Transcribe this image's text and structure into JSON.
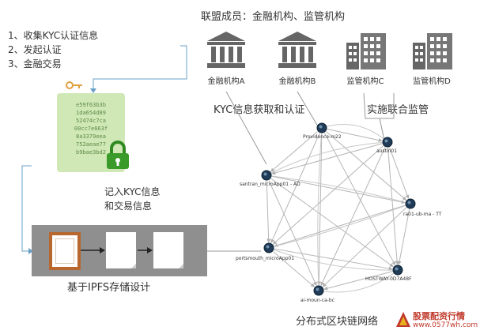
{
  "steps": [
    "1、收集KYC认证信息",
    "2、发起认证",
    "3、金融交易"
  ],
  "members_title": "联盟成员：金融机构、监管机构",
  "institutions": [
    {
      "label": "金融机构A",
      "type": "bank"
    },
    {
      "label": "金融机构B",
      "type": "bank"
    },
    {
      "label": "监管机构C",
      "type": "regulator"
    },
    {
      "label": "监管机构D",
      "type": "regulator"
    }
  ],
  "kyc_label": "KYC信息获取和认证",
  "joint_label": "实施联合监管",
  "ledger_hashes": [
    "e59f63b3b",
    "1da654d89",
    "52474c7ca",
    "00cc7e663f",
    "8a3379eea",
    "752aeae77",
    "b9bae3bd2"
  ],
  "record_label": [
    "记入KYC信息",
    "和交易信息"
  ],
  "ipfs_label": "基于IPFS存储设计",
  "network_label": "分布式区块链网络",
  "network_nodes": [
    {
      "name": "Providence-m22"
    },
    {
      "name": "austin01"
    },
    {
      "name": "santran_microApp01 - AD"
    },
    {
      "name": "ra01-ub-ma - TT"
    },
    {
      "name": "portsmouth_microApp01"
    },
    {
      "name": "HOSTWAY-0D7A48F"
    },
    {
      "name": "ai-moun-ca-bc"
    }
  ],
  "watermark": {
    "title": "股票配资行情",
    "url": "www.0577wh.com"
  },
  "colors": {
    "ledger": "#cfe8b5",
    "lock": "#3a9a2a",
    "node": "#1f3b57",
    "block_border": "#b8672e",
    "watermark": "#c0392b"
  }
}
